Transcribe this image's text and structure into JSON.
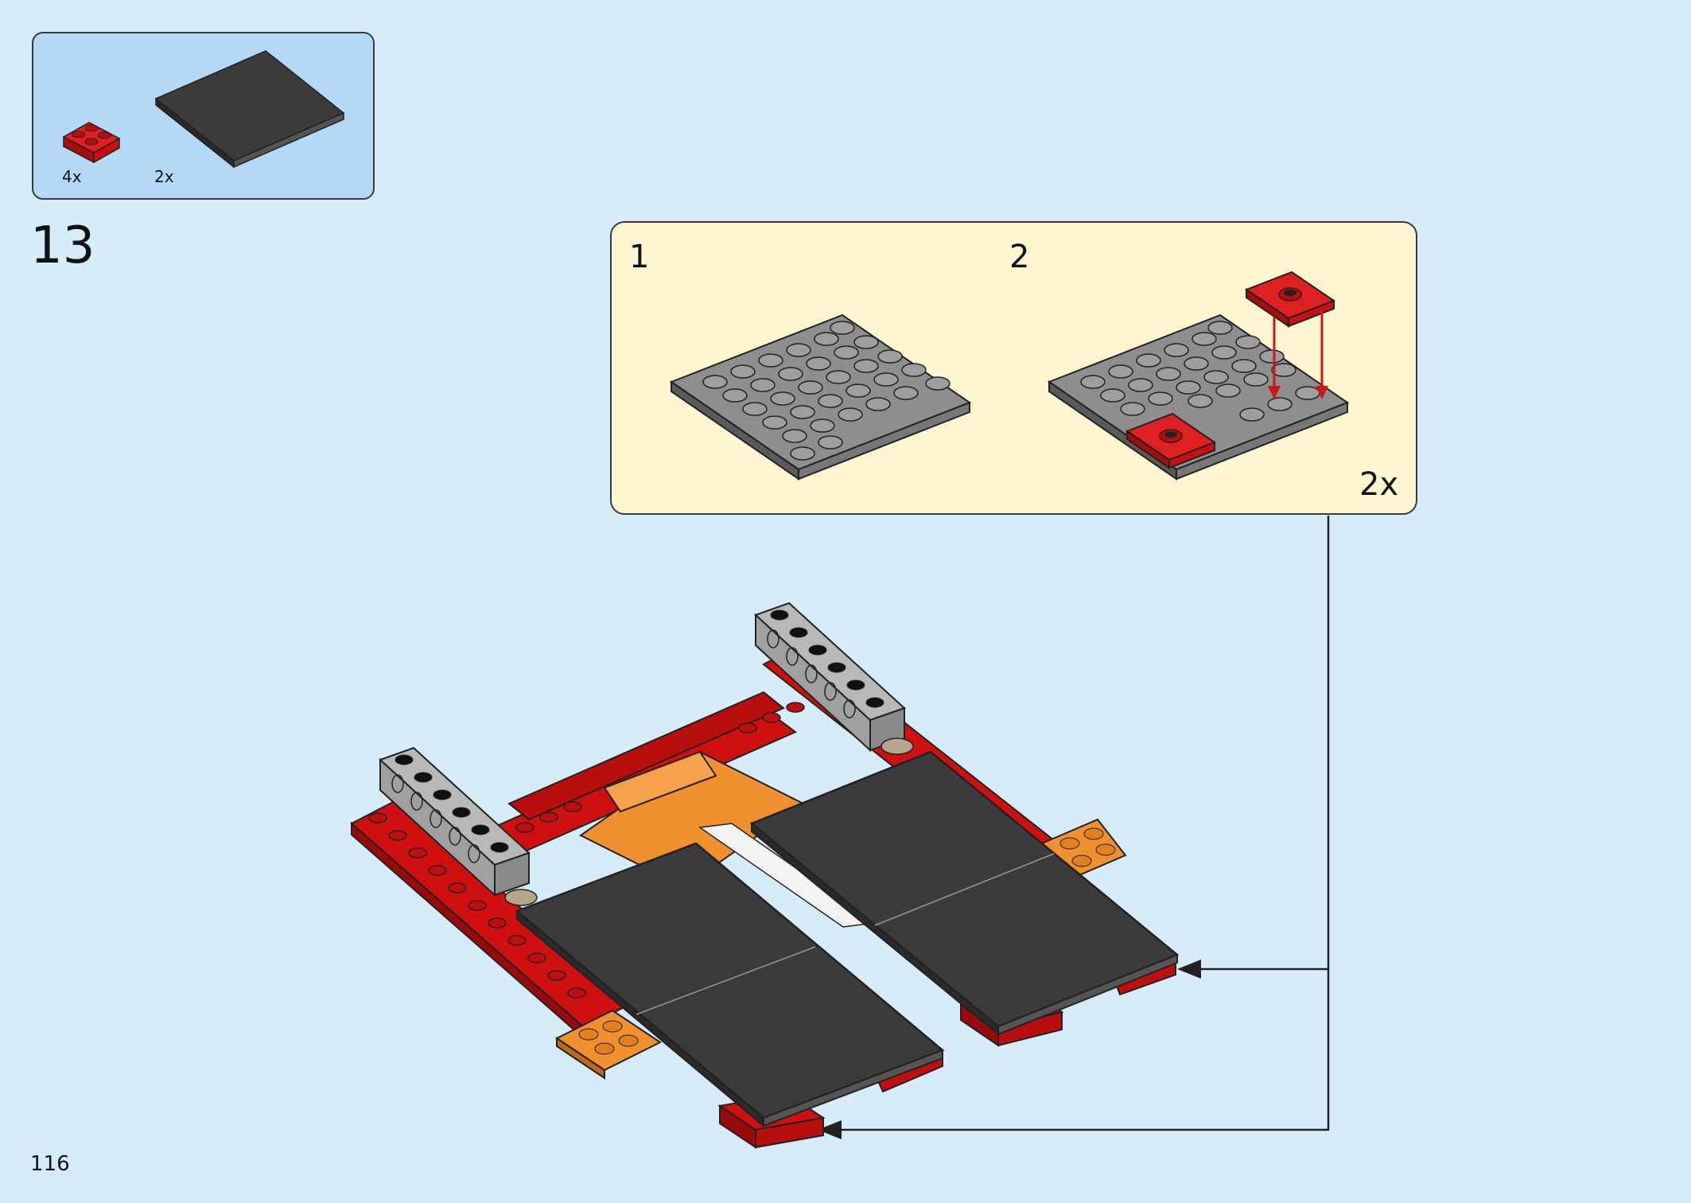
{
  "page": {
    "number": "116",
    "step": "13",
    "background_color": "#d6ecfb"
  },
  "parts": [
    {
      "name": "red 2x2 plate",
      "color": "#d01010",
      "quantity": "4x"
    },
    {
      "name": "dark grey 6x6 plate",
      "color": "#3b3b3b",
      "quantity": "2x"
    }
  ],
  "subassembly": {
    "steps": [
      {
        "label": "1"
      },
      {
        "label": "2"
      }
    ],
    "multiplier": "2x",
    "background_color": "#fff6d2"
  },
  "colors": {
    "red": "#d01010",
    "orange": "#f0902e",
    "dark_grey": "#3b3b3b",
    "light_grey": "#a0a0a0",
    "arrow": "#c81818",
    "callout_line": "#222222"
  }
}
